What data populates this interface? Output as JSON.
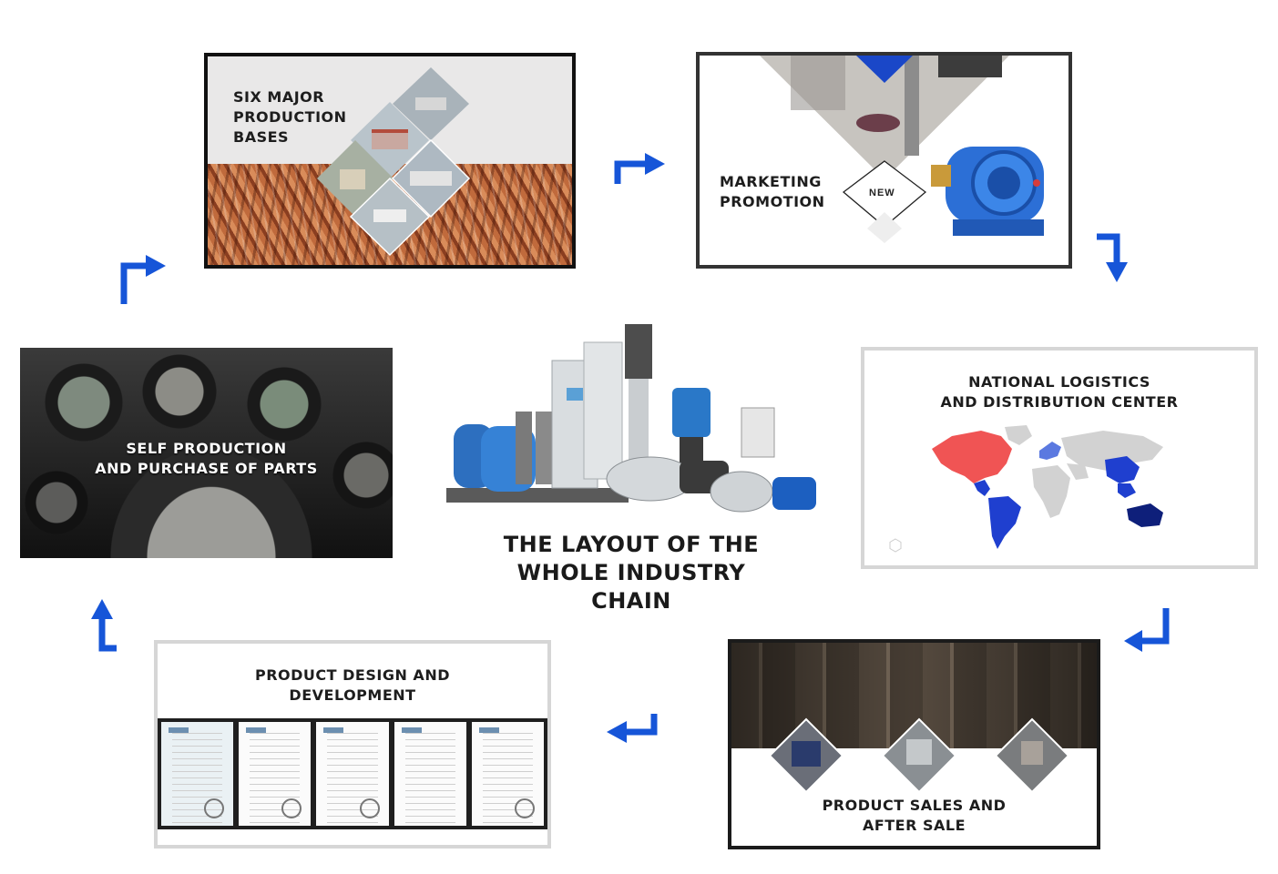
{
  "center": {
    "title": "THE LAYOUT OF THE\nWHOLE INDUSTRY CHAIN"
  },
  "stages": {
    "production_bases": {
      "label": "SIX MAJOR\nPRODUCTION\nBASES"
    },
    "marketing": {
      "label": "MARKETING\nPROMOTION",
      "badge": "NEW"
    },
    "logistics": {
      "label": "NATIONAL LOGISTICS\nAND DISTRIBUTION CENTER"
    },
    "sales": {
      "label": "PRODUCT SALES AND\nAFTER SALE"
    },
    "design": {
      "label": "PRODUCT DESIGN AND\nDEVELOPMENT"
    },
    "self_production": {
      "label": "SELF PRODUCTION\nAND  PURCHASE OF PARTS"
    }
  },
  "colors": {
    "arrow": "#1655d8",
    "map_red": "#f05454",
    "map_blue": "#1f3fcf",
    "map_navy": "#0e1f7a",
    "map_grey": "#d2d2d2"
  },
  "icons": {
    "arrow": "cycle-arrow-icon",
    "map": "world-map-icon",
    "badge": "new-diamond-badge"
  }
}
